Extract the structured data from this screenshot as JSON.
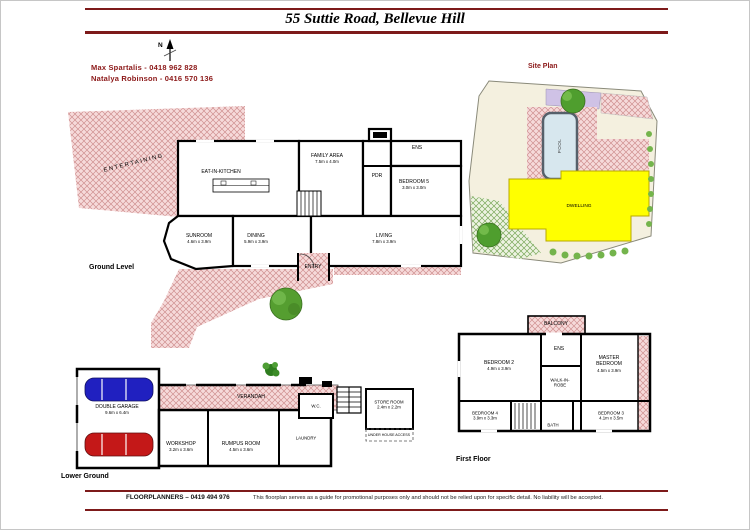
{
  "header": {
    "title": "55 Suttie Road, Bellevue Hill"
  },
  "compass": {
    "north_label": "N"
  },
  "agents": {
    "agent1": "Max Spartalis - 0418 962 828",
    "agent2": "Natalya Robinson - 0416 570 136"
  },
  "ground_level": {
    "section_label": "Ground Level",
    "entertaining": "ENTERTAINING",
    "eat_in_kitchen": "EAT-IN-KITCHEN",
    "family_area": {
      "name": "FAMILY AREA",
      "dims": "7.5m x 4.0m"
    },
    "ens": "ENS",
    "bedroom5": {
      "name": "BEDROOM 5",
      "dims": "3.0m x 3.0m"
    },
    "pdr": "PDR",
    "sunroom": {
      "name": "SUNROOM",
      "dims": "4.6m x 3.9m"
    },
    "dining": {
      "name": "DINING",
      "dims": "5.9m x 3.9m"
    },
    "living": {
      "name": "LIVING",
      "dims": "7.8m x 3.9m"
    },
    "entry": "ENTRY"
  },
  "site_plan": {
    "section_label": "Site Plan",
    "pool": "POOL",
    "dwelling": "DWELLING"
  },
  "lower_ground": {
    "section_label": "Lower Ground",
    "double_garage": {
      "name": "DOUBLE GARAGE",
      "dims": "9.6m x 6.4m"
    },
    "workshop": {
      "name": "WORKSHOP",
      "dims": "3.2m x 3.6m"
    },
    "rumpus_room": {
      "name": "RUMPUS ROOM",
      "dims": "4.5m x 3.6m"
    },
    "verandah": "VERANDAH",
    "laundry": "LAUNDRY",
    "wc": "W.C.",
    "store_room": {
      "name": "STORE ROOM",
      "dims": "2.4m x 2.2m"
    },
    "under_house_access": "UNDER HOUSE ACCESS"
  },
  "first_floor": {
    "section_label": "First Floor",
    "balcony": "BALCONY",
    "bedroom2": {
      "name": "BEDROOM 2",
      "dims": "4.9m x 3.9m"
    },
    "ens": "ENS",
    "walk_in_robe": {
      "name": "WALK-IN-ROBE"
    },
    "master_bedroom": {
      "name": "MASTER BEDROOM",
      "dims": "4.5m x 3.9m"
    },
    "bedroom4": {
      "name": "BEDROOM 4",
      "dims": "3.9m x 3.3m"
    },
    "bath": "BATH",
    "bedroom3": {
      "name": "BEDROOM 3",
      "dims": "4.1m x 3.5m"
    }
  },
  "footer": {
    "brand": "FLOORPLANNERS – 0419 494 976",
    "disclaimer": "This floorplan serves as a guide for promotional purposes only and should not be relied upon for specific detail. No liability will be accepted."
  },
  "colors": {
    "accent_maroon": "#7d1a1a",
    "hatch_pink": "#f6dada",
    "dwelling_yellow": "#ffff00",
    "pool_blue": "#d7e7ee"
  }
}
